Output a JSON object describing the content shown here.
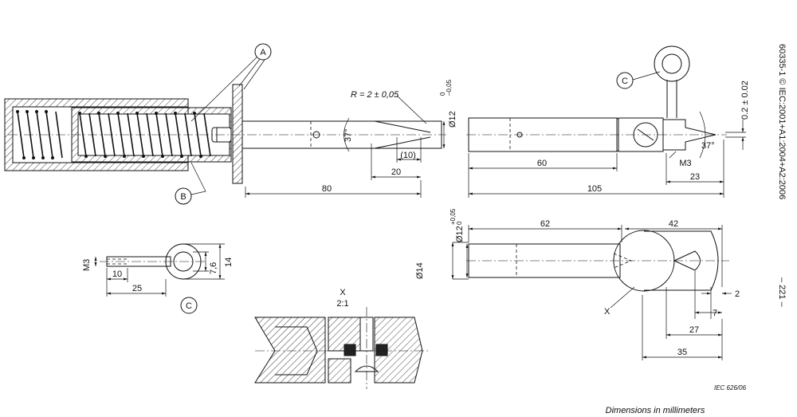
{
  "side_text": {
    "copyright": "60335-1 © IEC:2001+A1:2004+A2:2006",
    "page": "– 221 –"
  },
  "callouts": {
    "a": "A",
    "b": "B",
    "c": "C"
  },
  "top_left": {
    "radius": "R = 2 ± 0,05",
    "dia12": "Ø12",
    "dia12_tol_upper": "0",
    "dia12_tol_lower": "–0,05",
    "angle": "37°",
    "d10": "(10)",
    "d20": "20",
    "d80": "80"
  },
  "top_right": {
    "d60": "60",
    "d105": "105",
    "d23": "23",
    "m3": "M3",
    "angle": "37°",
    "gap": "0.2 ± 0.02"
  },
  "bottom_right": {
    "dia12": "Ø12",
    "dia12_tol_upper": "+0,05",
    "dia12_tol_lower": "0",
    "dia14": "Ø14",
    "d62": "62",
    "d42": "42",
    "d2": "2",
    "d7": "7",
    "d27": "27",
    "d35": "35",
    "detail_marker": "X"
  },
  "part_c": {
    "m3": "M3",
    "d10": "10",
    "d25": "25",
    "d76": "7,6",
    "d14": "14"
  },
  "detail": {
    "title": "X",
    "scale": "2:1"
  },
  "footer": {
    "iec_ref": "IEC   626/06",
    "units": "Dimensions in millimeters"
  }
}
